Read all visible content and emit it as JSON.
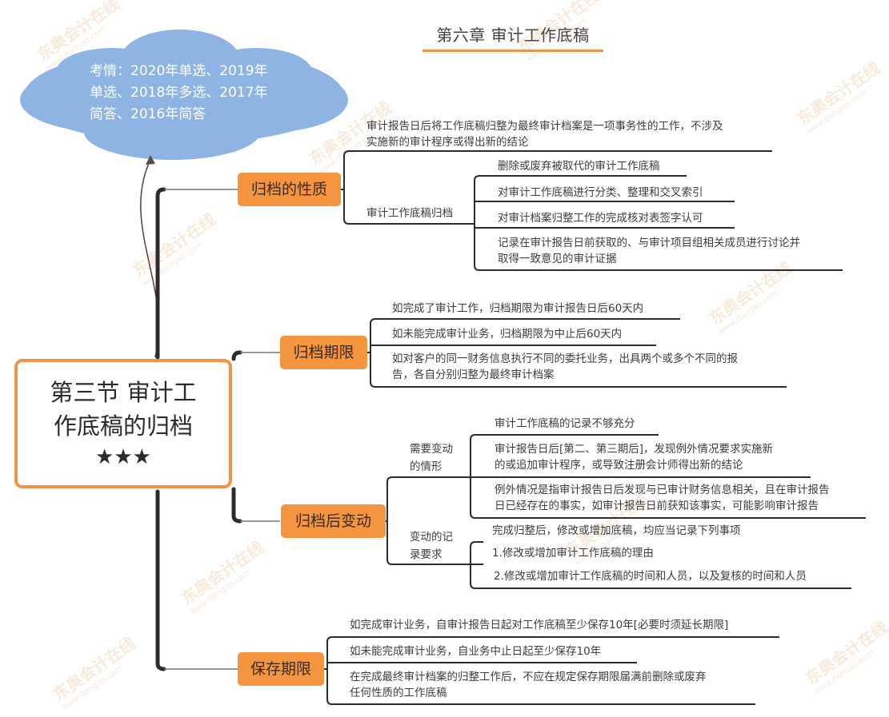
{
  "title": "第六章 审计工作底稿",
  "exam_note": {
    "shape": "cloud",
    "color": "#8eb4e3",
    "lines": [
      "考情：2020年单选、2019年",
      "单选、2018年多选、2017年",
      "简答、2016年简答"
    ]
  },
  "central_topic": {
    "line1": "第三节 审计工",
    "line2": "作底稿的归档",
    "stars": "★★★",
    "border_color": "#f0944a"
  },
  "branch_color": "#f6953f",
  "branches": [
    {
      "label": "归档的性质",
      "children": [
        {
          "text": [
            "审计报告日后将工作底稿归整为最终审计档案是一项事务性的工作，不涉及",
            "实施新的审计程序或得出新的结论"
          ]
        },
        {
          "label": "审计工作底稿归档",
          "children": [
            {
              "text": [
                "删除或废弃被取代的审计工作底稿"
              ]
            },
            {
              "text": [
                "对审计工作底稿进行分类、整理和交叉索引"
              ]
            },
            {
              "text": [
                "对审计档案归整工作的完成核对表签字认可"
              ]
            },
            {
              "text": [
                "记录在审计报告日前获取的、与审计项目组相关成员进行讨论并",
                "取得一致意见的审计证据"
              ]
            }
          ]
        }
      ]
    },
    {
      "label": "归档期限",
      "children": [
        {
          "text": [
            "如完成了审计工作，归档期限为审计报告日后60天内"
          ]
        },
        {
          "text": [
            "如未能完成审计业务，归档期限为中止后60天内"
          ]
        },
        {
          "text": [
            "如对客户的同一财务信息执行不同的委托业务，出具两个或多个不同的报",
            "告，各自分别归整为最终审计档案"
          ]
        }
      ]
    },
    {
      "label": "归档后变动",
      "children": [
        {
          "label": [
            "需要变动",
            "的情形"
          ],
          "children": [
            {
              "text": [
                "审计工作底稿的记录不够充分"
              ]
            },
            {
              "text": [
                "审计报告日后[第二、第三期后]，发现例外情况要求实施新",
                "的或追加审计程序，或导致注册会计师得出新的结论"
              ]
            },
            {
              "text": [
                "例外情况是指审计报告日后发现与已审计财务信息相关，且在审计报告",
                "日已经存在的事实，如审计报告日前获知该事实，可能影响审计报告"
              ]
            }
          ]
        },
        {
          "label": [
            "变动的记",
            "录要求"
          ],
          "children": [
            {
              "text": [
                "完成归整后，修改或增加底稿，均应当记录下列事项"
              ]
            },
            {
              "text": [
                "1.修改或增加审计工作底稿的理由"
              ]
            },
            {
              "text": [
                "2.修改或增加审计工作底稿的时间和人员，以及复核的时间和人员"
              ]
            }
          ]
        }
      ]
    },
    {
      "label": "保存期限",
      "children": [
        {
          "text": [
            "如完成审计业务，自审计报告日起对工作底稿至少保存10年[必要时须延长期限]"
          ]
        },
        {
          "text": [
            "如未能完成审计业务，自业务中止日起至少保存10年"
          ]
        },
        {
          "text": [
            "在完成最终审计档案的归整工作后，不应在规定保存期限届满前删除或废弃",
            "任何性质的工作底稿"
          ]
        }
      ]
    }
  ],
  "watermark": {
    "brand": "东奥会计在线",
    "url": "www.dongao.com"
  }
}
